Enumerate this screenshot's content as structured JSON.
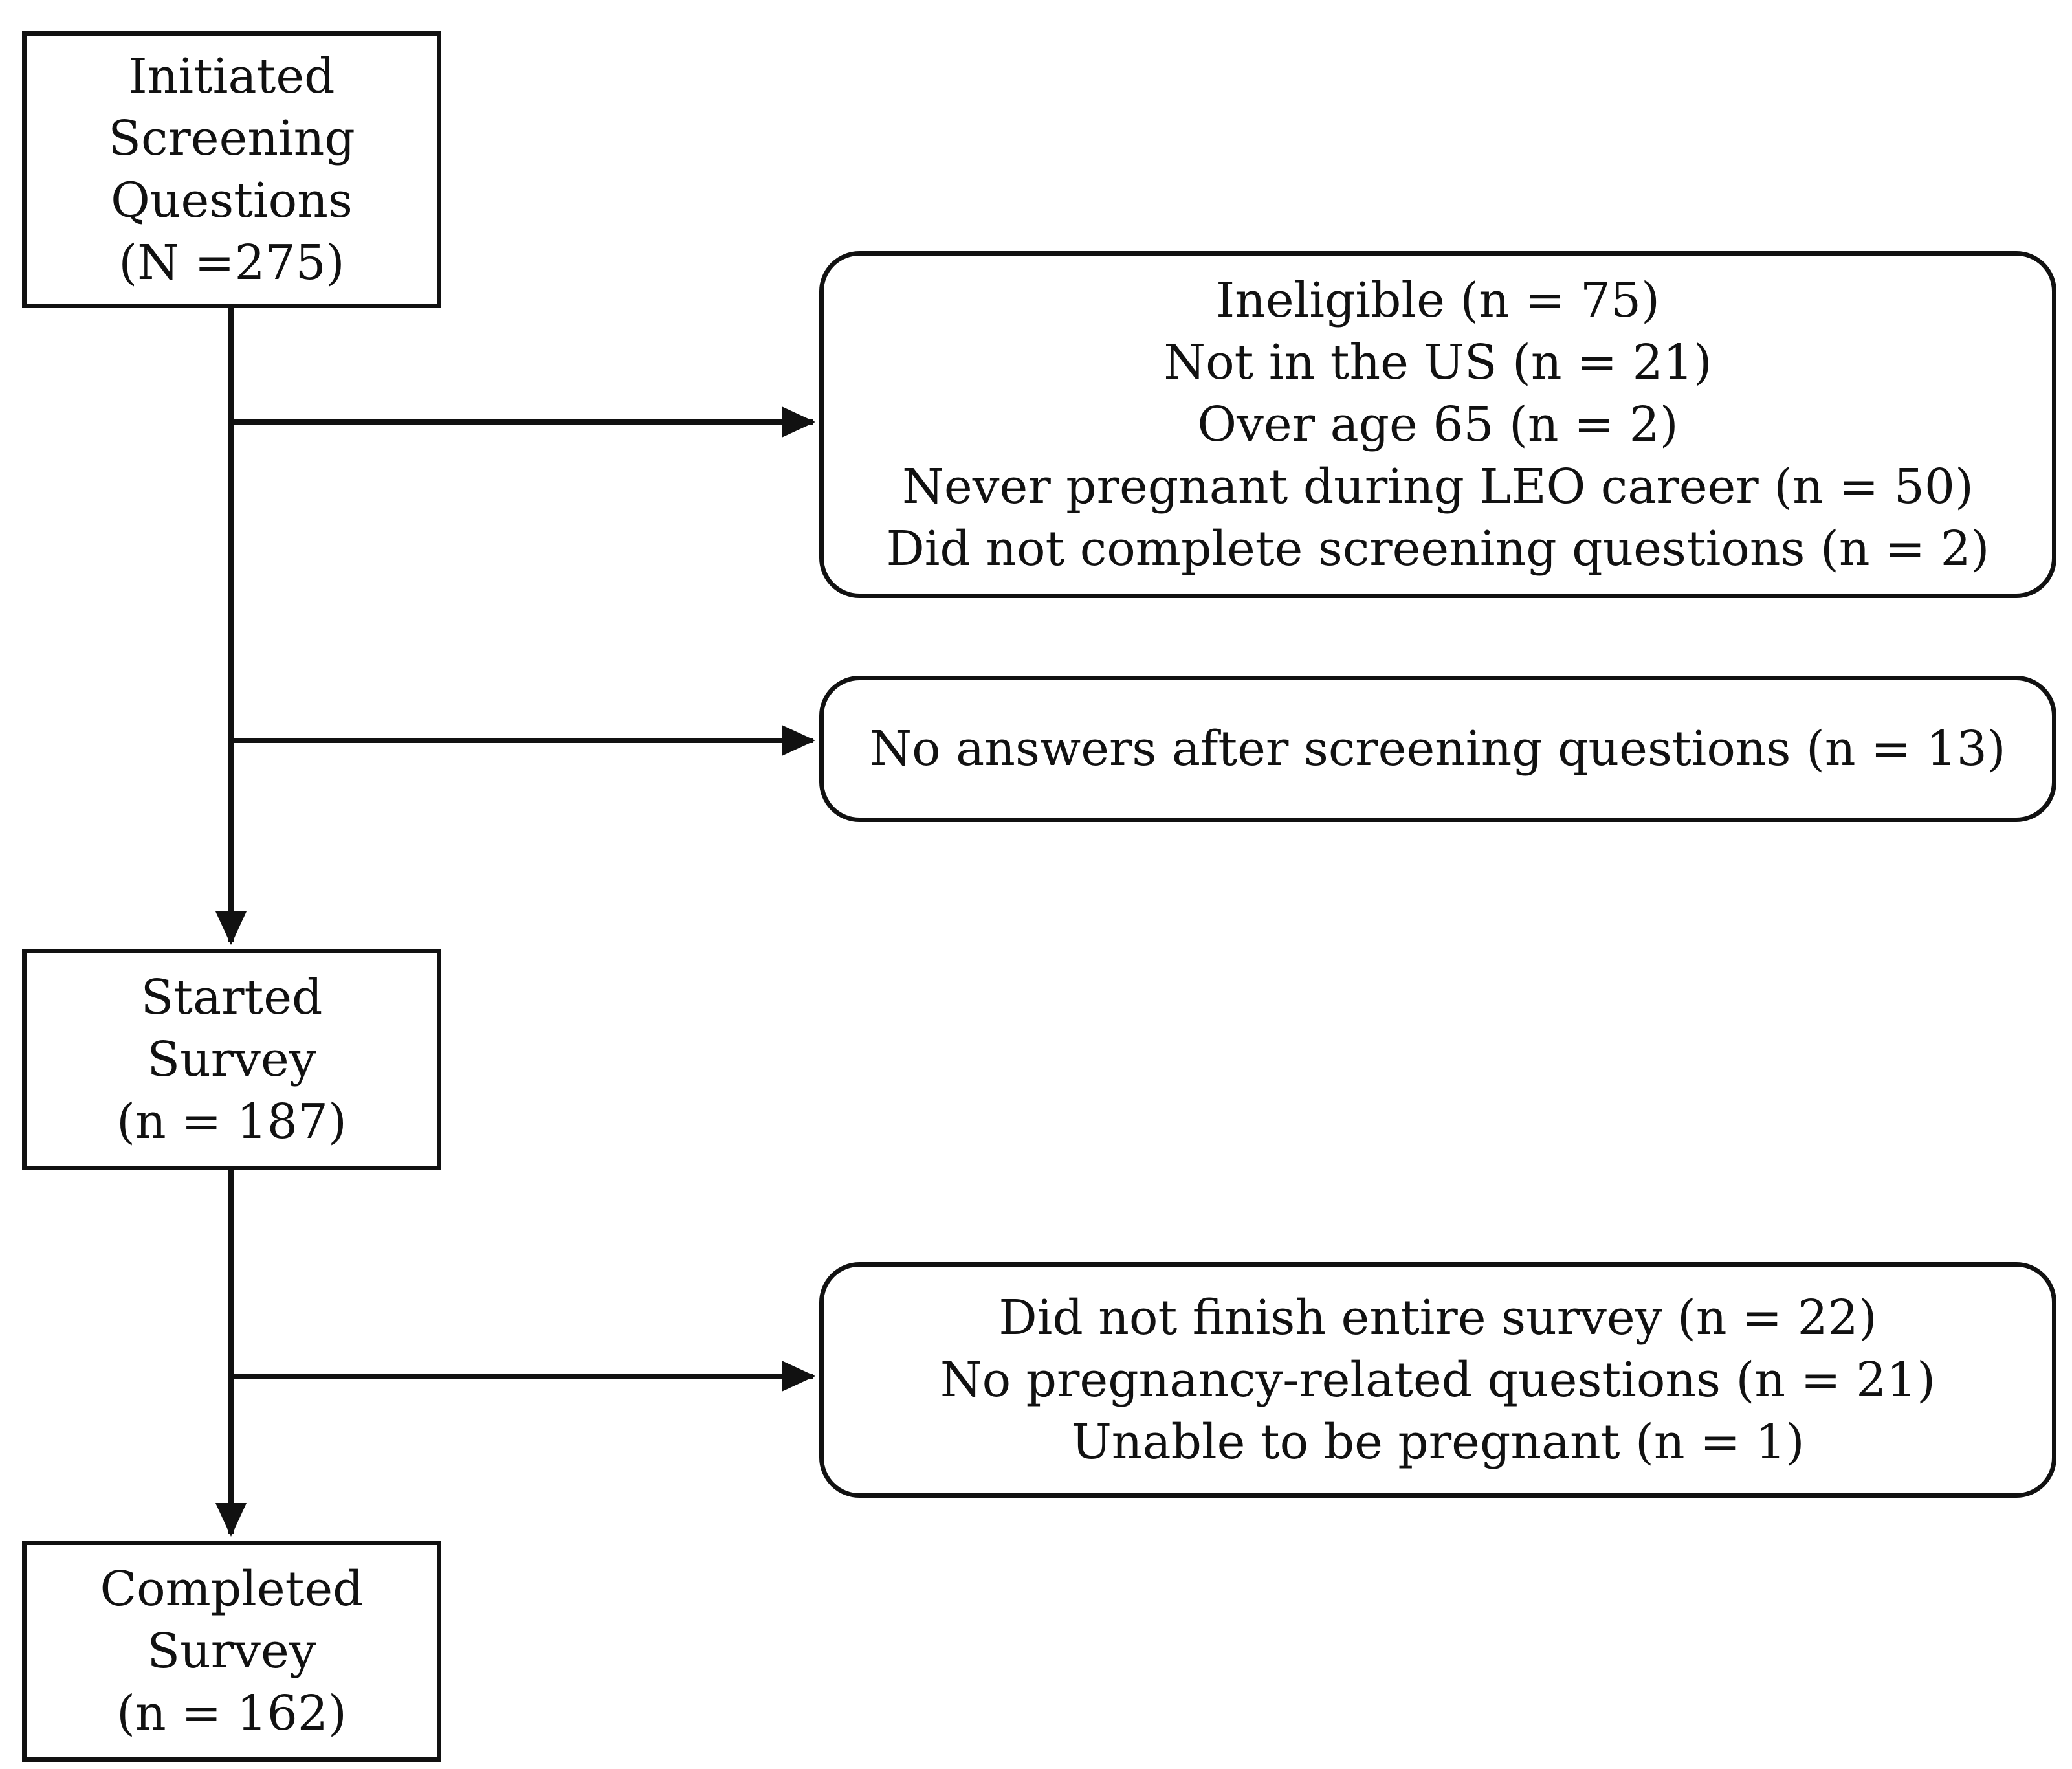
{
  "diagram": {
    "nodes": {
      "initiated": {
        "lines": [
          "Initiated",
          "Screening",
          "Questions",
          "(N =275)"
        ]
      },
      "ineligible": {
        "lines": [
          "Ineligible (n = 75)",
          "Not in the US (n = 21)",
          "Over age 65 (n = 2)",
          "Never pregnant during LEO career (n = 50)",
          "Did not complete screening questions (n = 2)"
        ]
      },
      "no_answers": {
        "lines": [
          "No answers after screening questions (n = 13)"
        ]
      },
      "started": {
        "lines": [
          "Started",
          "Survey",
          "(n = 187)"
        ]
      },
      "not_finished": {
        "lines": [
          "Did not finish entire survey (n = 22)",
          "No pregnancy-related questions (n = 21)",
          "Unable to be pregnant (n = 1)"
        ]
      },
      "completed": {
        "lines": [
          "Completed",
          "Survey",
          "(n = 162)"
        ]
      }
    },
    "edges": [
      {
        "from": "initiated",
        "to": "ineligible"
      },
      {
        "from": "initiated",
        "to": "no_answers"
      },
      {
        "from": "initiated",
        "to": "started"
      },
      {
        "from": "started",
        "to": "not_finished"
      },
      {
        "from": "started",
        "to": "completed"
      }
    ]
  }
}
